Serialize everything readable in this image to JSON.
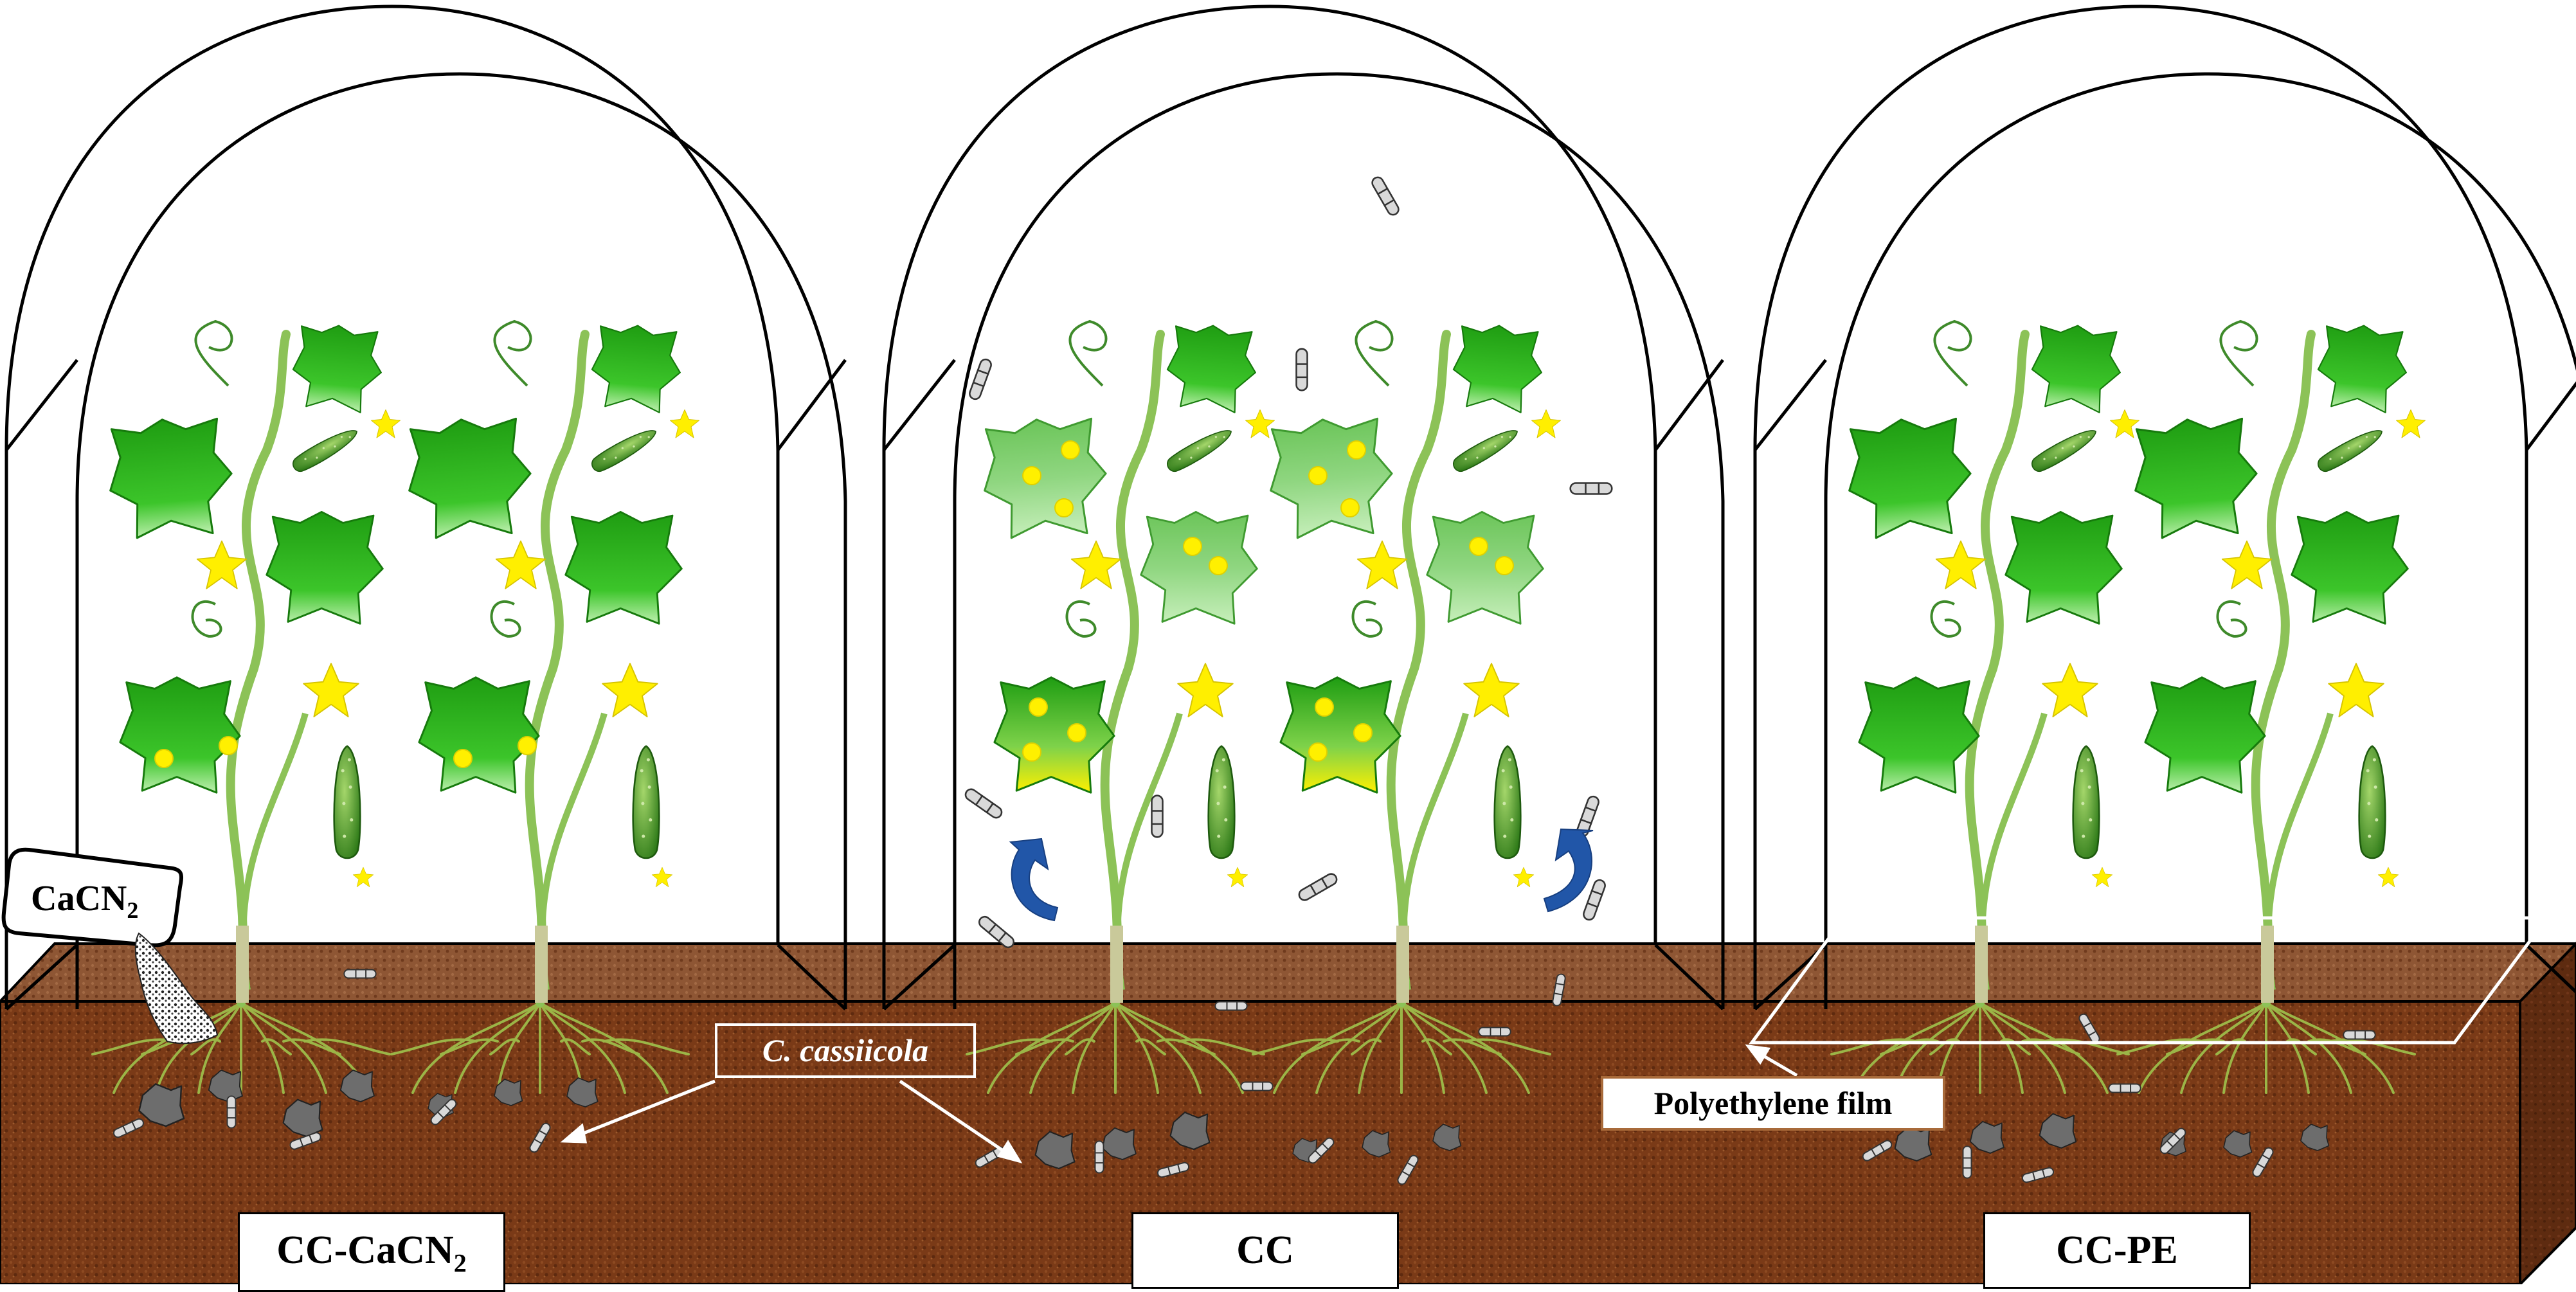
{
  "panels": [
    {
      "id": "cc-cacn2",
      "label": "CC-CaCN",
      "label_sub": "2"
    },
    {
      "id": "cc",
      "label": "CC"
    },
    {
      "id": "cc-pe",
      "label": "CC-PE"
    }
  ],
  "annotations": {
    "pathogen": "C. cassiicola",
    "film": "Polyethylene film",
    "bag": "CaCN",
    "bag_sub": "2"
  },
  "colors": {
    "soil": "#7a3a17",
    "soil_top": "#8e4f2a",
    "leaf": "#2fb51c",
    "leaf_dark": "#1f8f12",
    "leaf_diseased": "#8cd37d",
    "flower": "#ffef00",
    "spore_fill": "#d9d9d9",
    "debris": "#6d6d6d",
    "arrow_blue": "#2156a8"
  }
}
